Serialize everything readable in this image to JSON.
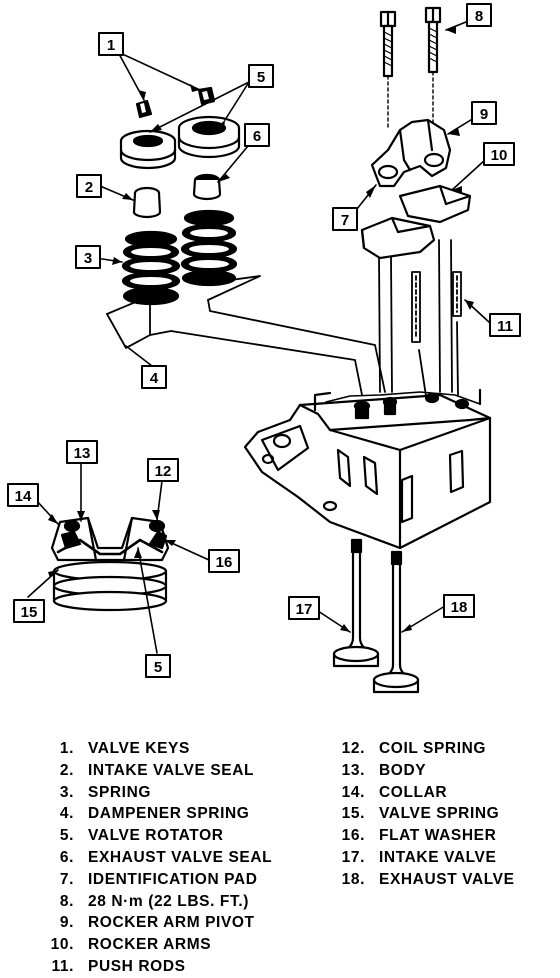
{
  "callouts": {
    "c1": "1",
    "c2": "2",
    "c3": "3",
    "c4": "4",
    "c5a": "5",
    "c5b": "5",
    "c6": "6",
    "c7": "7",
    "c8": "8",
    "c9": "9",
    "c10": "10",
    "c11": "11",
    "c12": "12",
    "c13": "13",
    "c14": "14",
    "c15": "15",
    "c16": "16",
    "c17": "17",
    "c18": "18"
  },
  "legend": {
    "left": [
      {
        "num": "1.",
        "text": "VALVE KEYS"
      },
      {
        "num": "2.",
        "text": "INTAKE VALVE SEAL"
      },
      {
        "num": "3.",
        "text": "SPRING"
      },
      {
        "num": "4.",
        "text": "DAMPENER SPRING"
      },
      {
        "num": "5.",
        "text": "VALVE ROTATOR"
      },
      {
        "num": "6.",
        "text": "EXHAUST VALVE SEAL"
      },
      {
        "num": "7.",
        "text": "IDENTIFICATION PAD"
      },
      {
        "num": "8.",
        "text": "28 N·m (22 LBS. FT.)"
      },
      {
        "num": "9.",
        "text": "ROCKER ARM PIVOT"
      },
      {
        "num": "10.",
        "text": "ROCKER ARMS"
      },
      {
        "num": "11.",
        "text": "PUSH RODS"
      }
    ],
    "right": [
      {
        "num": "12.",
        "text": "COIL SPRING"
      },
      {
        "num": "13.",
        "text": "BODY"
      },
      {
        "num": "14.",
        "text": "COLLAR"
      },
      {
        "num": "15.",
        "text": "VALVE SPRING"
      },
      {
        "num": "16.",
        "text": "FLAT WASHER"
      },
      {
        "num": "17.",
        "text": "INTAKE VALVE"
      },
      {
        "num": "18.",
        "text": "EXHAUST VALVE"
      }
    ]
  }
}
